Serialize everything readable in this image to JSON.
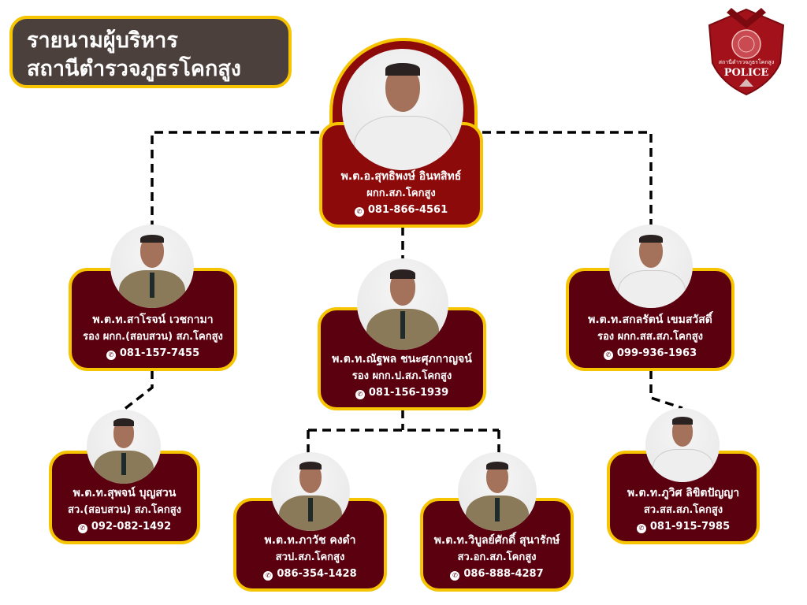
{
  "title": {
    "line1": "รายนามผู้บริหาร",
    "line2": "สถานีตำรวจภูธรโคกสูง"
  },
  "logo": {
    "station": "สถานีตำรวจภูธรโคกสูง",
    "text": "POLICE"
  },
  "colors": {
    "top_card": "#8c0a0a",
    "card": "#5a000f",
    "border": "#f6c400",
    "title_bg": "#4b403c"
  },
  "people": [
    {
      "name": "พ.ต.อ.สุทธิพงษ์ อินทสิทธ์",
      "position": "ผกก.สภ.โคกสูง",
      "phone": "081-866-4561"
    },
    {
      "name": "พ.ต.ท.สาโรจน์ เวชกามา",
      "position": "รอง ผกก.(สอบสวน) สภ.โคกสูง",
      "phone": "081-157-7455"
    },
    {
      "name": "พ.ต.ท.ณัฐพล ชนะศุภกาญจน์",
      "position": "รอง ผกก.ป.สภ.โคกสูง",
      "phone": "081-156-1939"
    },
    {
      "name": "พ.ต.ท.สกลรัตน์ เขมสวัสดิ์",
      "position": "รอง ผกก.สส.สภ.โคกสูง",
      "phone": "099-936-1963"
    },
    {
      "name": "พ.ต.ท.สุพจน์ บุญสวน",
      "position": "สว.(สอบสวน) สภ.โคกสูง",
      "phone": "092-082-1492"
    },
    {
      "name": "พ.ต.ท.ภาวัช คงดำ",
      "position": "สวป.สภ.โคกสูง",
      "phone": "086-354-1428"
    },
    {
      "name": "พ.ต.ท.วิบูลย์ศักดิ์ สุนารักษ์",
      "position": "สว.อก.สภ.โคกสูง",
      "phone": "086-888-4287"
    },
    {
      "name": "พ.ต.ท.ภูวิศ ลิขิตปัญญา",
      "position": "สว.สส.สภ.โคกสูง",
      "phone": "081-915-7985"
    }
  ]
}
